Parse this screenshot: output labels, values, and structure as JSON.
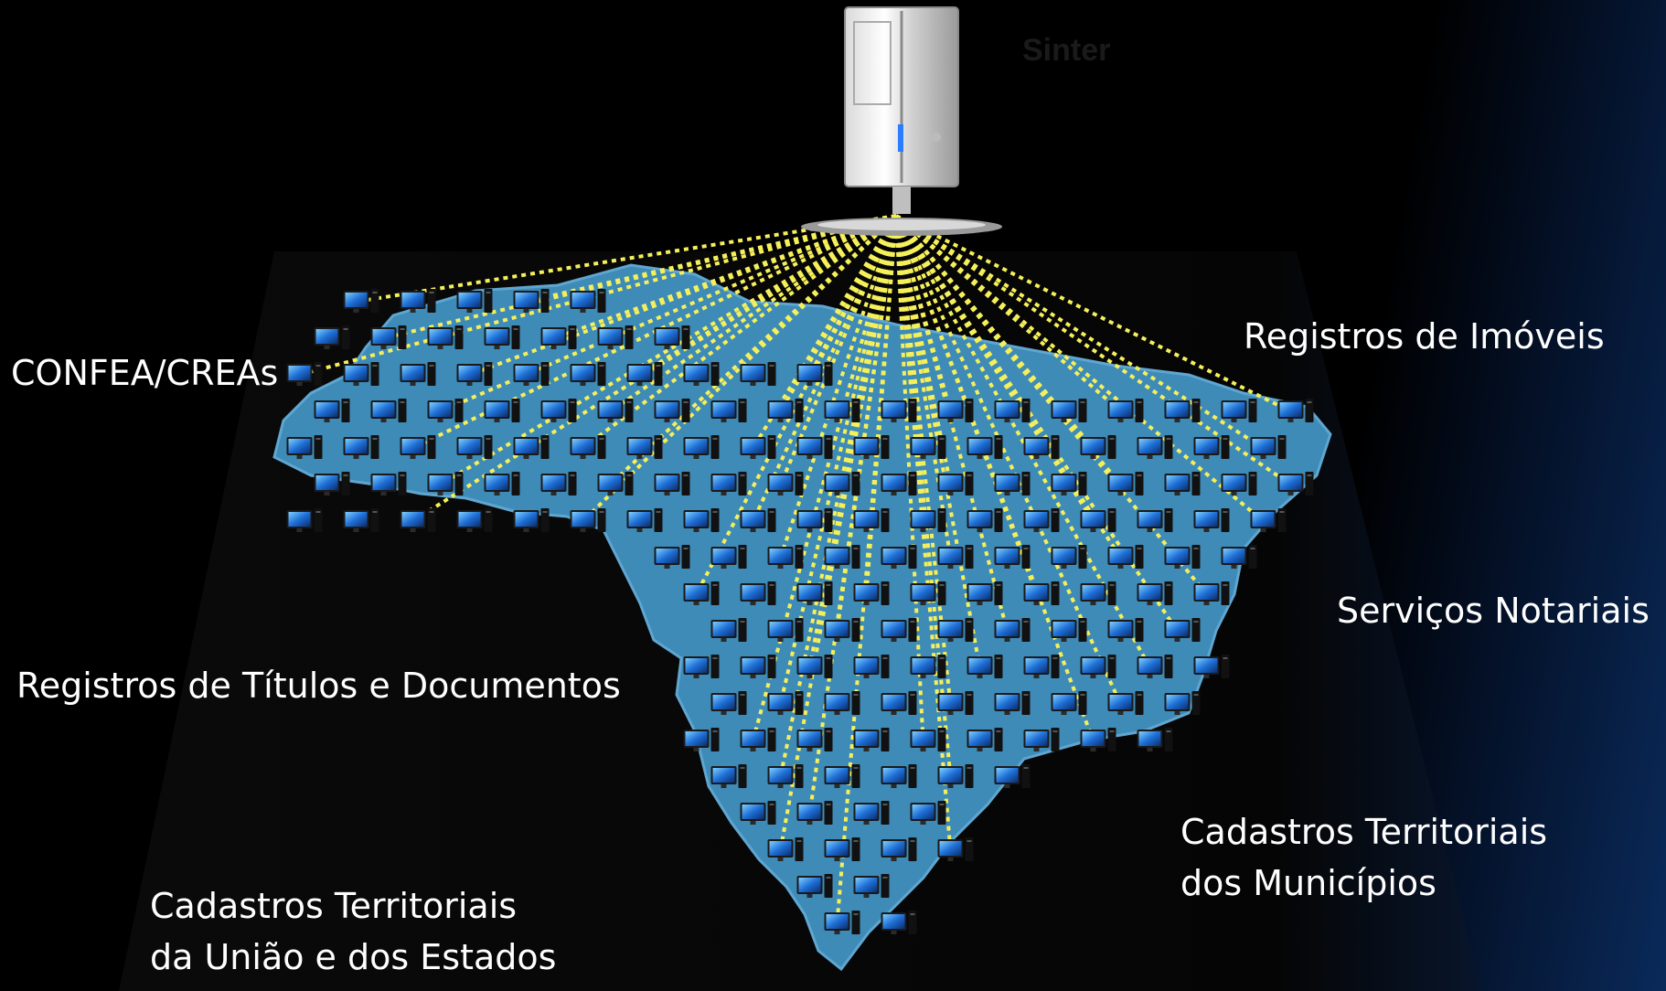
{
  "server": {
    "name": "Sinter",
    "icon": "server-tower-icon"
  },
  "labels": {
    "confea": "CONFEA/CREAs",
    "registros_imoveis": "Registros de Imóveis",
    "servicos_notariais": "Serviços Notariais",
    "registros_titulos": "Registros de Títulos e Documentos",
    "cadastros_municipios_line1": "Cadastros  Territoriais",
    "cadastros_municipios_line2": "dos Municípios",
    "cadastros_uniao_line1": "Cadastros  Territoriais",
    "cadastros_uniao_line2": "da União e dos Estados"
  },
  "colors": {
    "background": "#000000",
    "map_fill": "#3f8bb8",
    "connection_line": "#f5f05a",
    "label_text": "#ffffff",
    "workstation_screen": "#1e6fd6"
  },
  "map": {
    "name": "brazil-map",
    "node_icon": "desktop-computer-icon"
  }
}
